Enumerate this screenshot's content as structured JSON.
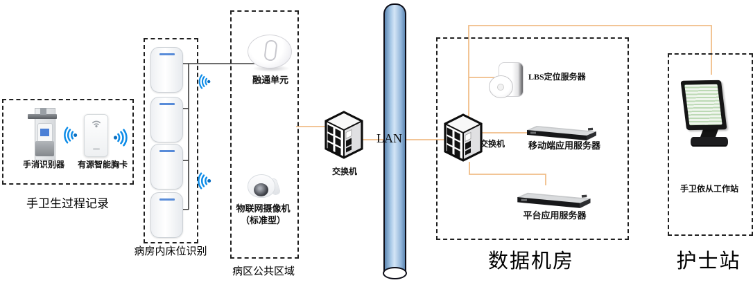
{
  "groups": {
    "hand_hygiene": {
      "title": "手卫生过程记录",
      "devices": [
        {
          "label": "手消识别器"
        },
        {
          "label": "有源智能胸卡"
        }
      ]
    },
    "bed_recognition": {
      "title": "病房内床位识别"
    },
    "ward_public": {
      "title": "病区公共区域",
      "fusion_label": "融通单元",
      "camera_label_line1": "物联网摄像机",
      "camera_label_line2": "（标准型）"
    },
    "backbone": {
      "switch_label": "交换机",
      "lan_label": "LAN"
    },
    "data_room": {
      "title": "数据机房",
      "switch_label": "交换机",
      "servers": [
        {
          "label": "LBS定位服务器"
        },
        {
          "label": "移动端应用服务器"
        },
        {
          "label": "平台应用服务器"
        }
      ]
    },
    "nurse_station": {
      "title": "护士站",
      "workstation_label": "手卫依从工作站"
    }
  },
  "icons": {
    "wifi-icon": "blue radio-wave arcs with dot",
    "switch-icon": "isometric cube with port grid",
    "lan-pipe": "blue vertical cylinder",
    "rack-server-icon": "1U rack server",
    "dome-camera-icon": "white dome camera",
    "ceiling-ap-icon": "round ceiling access point",
    "badge-icon": "active smart badge card",
    "sanitizer-icon": "wall hand-sanitizer dispenser",
    "disc-server-icon": "mini tower with disc",
    "touch-monitor-icon": "touchscreen workstation"
  },
  "colors": {
    "connection_orange": "#f0bd88",
    "connection_black": "#3c3c3c",
    "wifi_blue": "#0d8ce8",
    "pipe_blue": "#a9c9e8",
    "dash_border": "#1f1f1f"
  }
}
